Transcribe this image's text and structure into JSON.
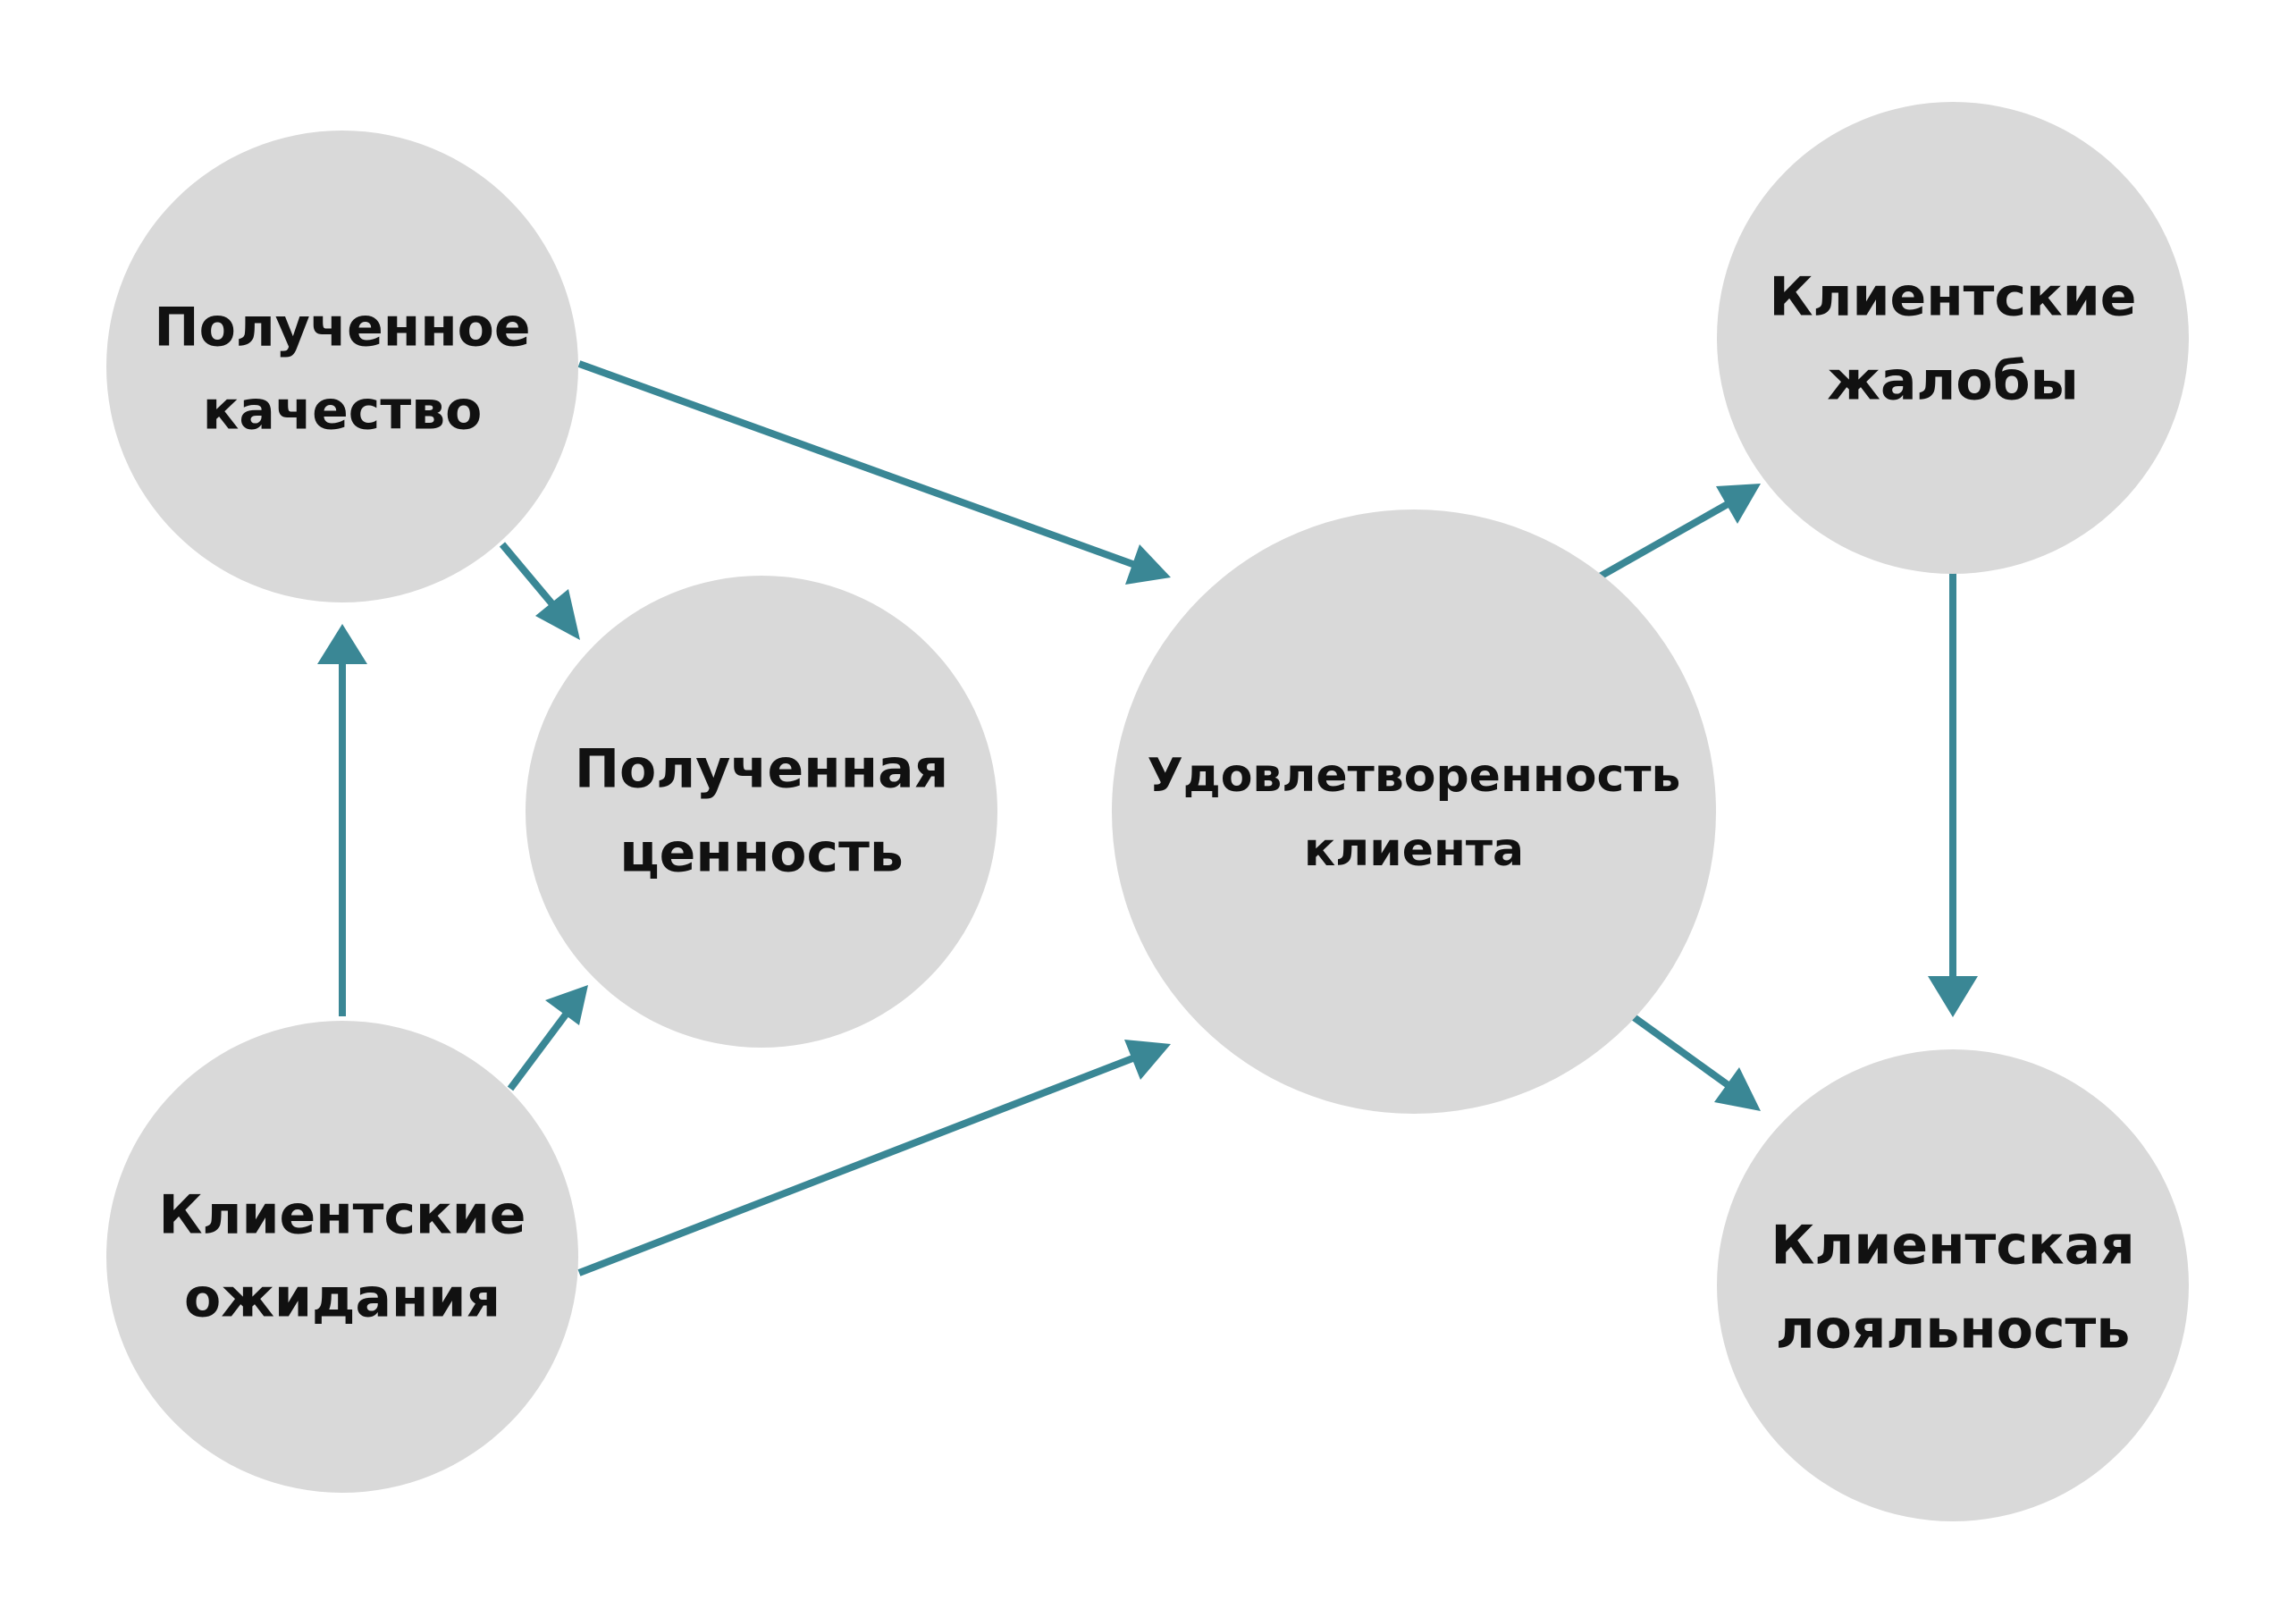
{
  "colors": {
    "node_fill": "#d9d9d9",
    "edge": "#3a8795",
    "text": "#111111",
    "background": "#ffffff"
  },
  "nodes": {
    "quality": {
      "line1": "Полученное",
      "line2": "качество"
    },
    "value": {
      "line1": "Полученная",
      "line2": "ценность"
    },
    "expectations": {
      "line1": "Клиентские",
      "line2": "ожидания"
    },
    "satisfaction": {
      "line1": "Удовлетворенность",
      "line2": "клиента"
    },
    "complaints": {
      "line1": "Клиентские",
      "line2": "жалобы"
    },
    "loyalty": {
      "line1": "Клиентская",
      "line2": "лояльность"
    }
  },
  "edges": [
    {
      "from": "expectations",
      "to": "quality"
    },
    {
      "from": "quality",
      "to": "value"
    },
    {
      "from": "expectations",
      "to": "value"
    },
    {
      "from": "quality",
      "to": "satisfaction"
    },
    {
      "from": "expectations",
      "to": "satisfaction"
    },
    {
      "from": "satisfaction",
      "to": "complaints"
    },
    {
      "from": "satisfaction",
      "to": "loyalty"
    },
    {
      "from": "complaints",
      "to": "loyalty"
    }
  ]
}
